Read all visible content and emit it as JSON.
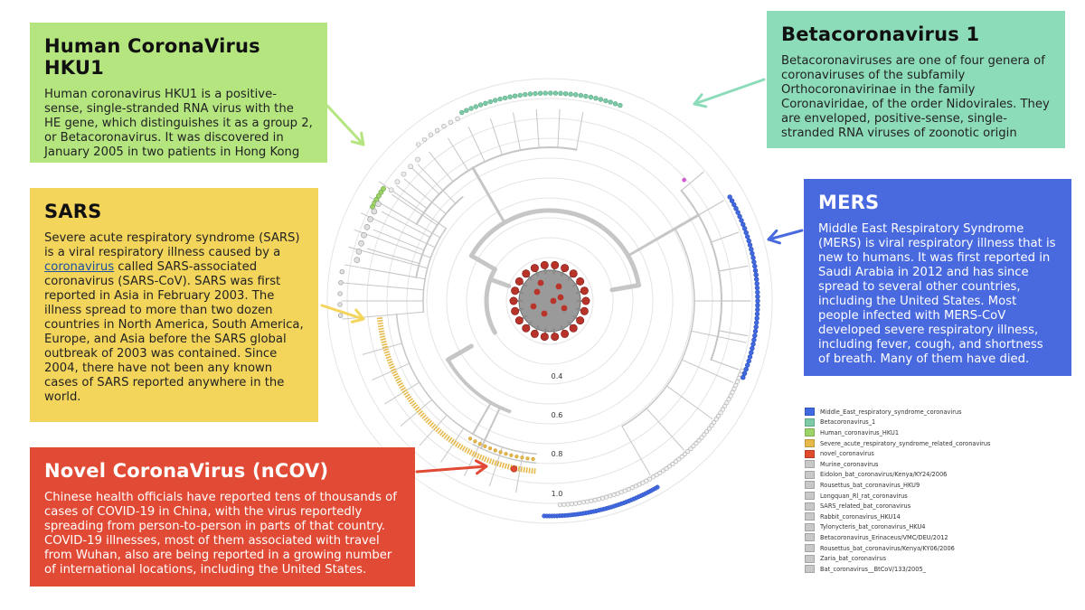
{
  "boxes": {
    "hku1": {
      "title": "Human CoronaVirus HKU1",
      "text": "Human coronavirus HKU1 is a positive-sense, single-stranded RNA virus with the HE gene, which distinguishes it as a group 2, or Betacoronavirus. It was discovered in January 2005 in two patients in Hong Kong"
    },
    "beta": {
      "title": "Betacoronavirus 1",
      "text": "Betacoronaviruses are one of four genera of coronaviruses of the subfamily Orthocoronavirinae in the family Coronaviridae, of the order Nidovirales. They are enveloped, positive-sense, single-stranded RNA viruses of zoonotic origin"
    },
    "sars": {
      "title": "SARS",
      "text_before_link": "Severe acute respiratory syndrome (SARS) is a viral respiratory illness caused by a ",
      "link": "coronavirus",
      "text_after_link": " called SARS-associated coronavirus (SARS-CoV). SARS was first reported in Asia in February 2003. The illness spread to more than two dozen countries in North America, South America, Europe, and Asia before the SARS global outbreak of 2003 was contained. Since 2004, there have not been any known cases of SARS reported anywhere in the world."
    },
    "mers": {
      "title": "MERS",
      "text": "Middle East Respiratory Syndrome (MERS) is viral respiratory illness that is new to humans. It was first reported in Saudi Arabia in 2012 and has since spread to several other countries, including the United States. Most people infected with MERS-CoV developed severe respiratory illness, including fever, cough, and shortness of breath. Many of them have died."
    },
    "ncov": {
      "title": "Novel CoronaVirus (nCOV)",
      "text": "Chinese health officials have reported tens of thousands of cases of COVID-19 in China, with the virus reportedly spreading from person-to-person in parts of that country. COVID-19 illnesses, most of them associated with travel from Wuhan, also are being reported in a growing number of international locations, including the United States."
    }
  },
  "scale_labels": [
    "0.4",
    "0.6",
    "0.8",
    "1.0"
  ],
  "legend": [
    {
      "label": "Middle_East_respiratory_syndrome_coronavirus",
      "color": "#4169e1"
    },
    {
      "label": "Betacoronavirus_1",
      "color": "#7ccba6"
    },
    {
      "label": "Human_coronavirus_HKU1",
      "color": "#9ed36a"
    },
    {
      "label": "Severe_acute_respiratory_syndrome_related_coronavirus",
      "color": "#e6b94a"
    },
    {
      "label": "novel_coronavirus",
      "color": "#e04a2f"
    },
    {
      "label": "Murine_coronavirus",
      "color": "#c8c8c8"
    },
    {
      "label": "Eidolon_bat_coronavirus/Kenya/KY24/2006",
      "color": "#c8c8c8"
    },
    {
      "label": "Rousettus_bat_coronavirus_HKU9",
      "color": "#c8c8c8"
    },
    {
      "label": "Longquan_Rl_rat_coronavirus",
      "color": "#c8c8c8"
    },
    {
      "label": "SARS_related_bat_coronavirus",
      "color": "#c8c8c8"
    },
    {
      "label": "Rabbit_coronavirus_HKU14",
      "color": "#c8c8c8"
    },
    {
      "label": "Tylonycteris_bat_coronavirus_HKU4",
      "color": "#c8c8c8"
    },
    {
      "label": "Betacoronavirus_Erinaceus/VMC/DEU/2012",
      "color": "#c8c8c8"
    },
    {
      "label": "Rousettus_bat_coronavirus/Kenya/KY06/2006",
      "color": "#c8c8c8"
    },
    {
      "label": "Zaria_bat_coronavirus",
      "color": "#c8c8c8"
    },
    {
      "label": "Bat_coronavirus__BtCoV/133/2005_",
      "color": "#c8c8c8"
    }
  ],
  "colors": {
    "hku1_box": "#b4e57f",
    "beta_box": "#8ddcb9",
    "sars_box": "#f3d55c",
    "mers_box": "#4969de",
    "ncov_box": "#e14a34",
    "tree_branch": "#c6c6c6",
    "ring": "#e4e4e4"
  }
}
